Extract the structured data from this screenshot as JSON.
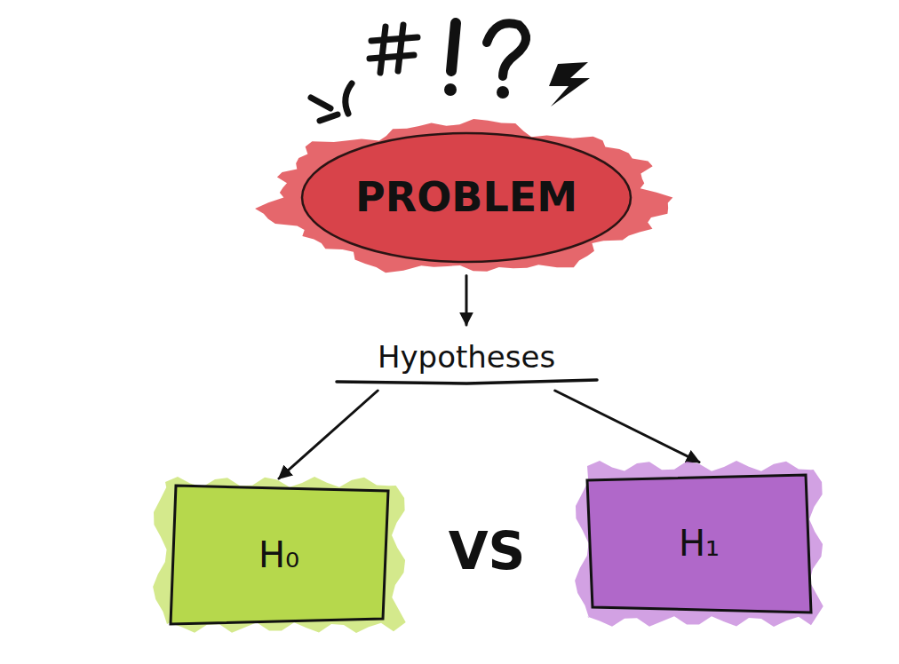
{
  "diagram": {
    "nodes": [
      {
        "text": [
          "PROBLEM"
        ]
      },
      {
        "text": [
          "Hypotheses"
        ]
      },
      {
        "text": [
          "H₀"
        ]
      },
      {
        "text": [
          "H₁"
        ]
      }
    ],
    "edges": [
      {
        "from": 0,
        "to": 1,
        "arrow": "to"
      },
      {
        "from": 1,
        "to": 2,
        "arrow": "to"
      },
      {
        "from": 1,
        "to": 3,
        "arrow": "to"
      }
    ],
    "labels": [
      "VS"
    ]
  }
}
